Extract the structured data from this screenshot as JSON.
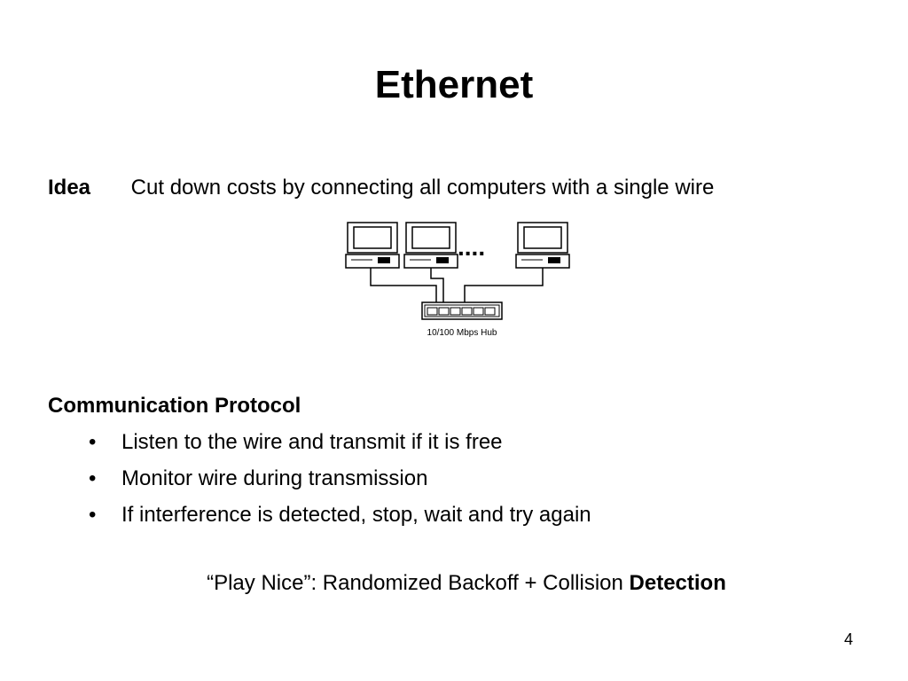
{
  "slide": {
    "title": "Ethernet",
    "idea_term": "Idea",
    "idea_text": "Cut down costs by connecting all computers with a single wire",
    "diagram": {
      "ellipsis": "....",
      "hub_label": "10/100 Mbps Hub"
    },
    "protocol_heading": "Communication Protocol",
    "bullets": [
      "Listen to the wire and transmit if it is free",
      "Monitor wire during transmission",
      "If interference is detected, stop, wait and try again"
    ],
    "tagline_prefix": "“Play Nice”: Randomized Backoff + Collision ",
    "tagline_bold": "Detection",
    "page_number": "4"
  }
}
